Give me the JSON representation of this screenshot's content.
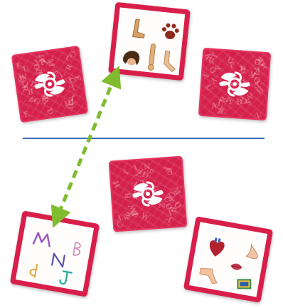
{
  "board": {
    "divider_color": "#3d6fb6",
    "arrow_color": "#7fbc2e",
    "card_back_color": "#d4214b",
    "card_border_color": "#d81f4a"
  },
  "cards": [
    {
      "id": "top-left",
      "side": "back",
      "pattern": "letters-and-hands"
    },
    {
      "id": "top-center",
      "side": "front",
      "contents": [
        "wooden-leg-icon",
        "paw-print-icon",
        "hair-icon",
        "wooden-arm-icon",
        "wooden-bent-leg-icon"
      ]
    },
    {
      "id": "top-right",
      "side": "back",
      "pattern": "letters-and-hands"
    },
    {
      "id": "middle-center",
      "side": "back",
      "pattern": "letters-and-hands"
    },
    {
      "id": "bottom-left",
      "side": "front",
      "contents": [
        "letter-m-icon",
        "letter-b-icon",
        "letter-n-icon",
        "letter-d-icon",
        "letter-j-icon"
      ]
    },
    {
      "id": "bottom-right",
      "side": "front",
      "contents": [
        "heart-organ-icon",
        "nose-icon",
        "lips-icon",
        "arm-icon",
        "book-icon"
      ]
    }
  ],
  "arrow": {
    "style": "dashed",
    "heads": "both",
    "from_card": "top-center",
    "to_card": "bottom-left"
  }
}
